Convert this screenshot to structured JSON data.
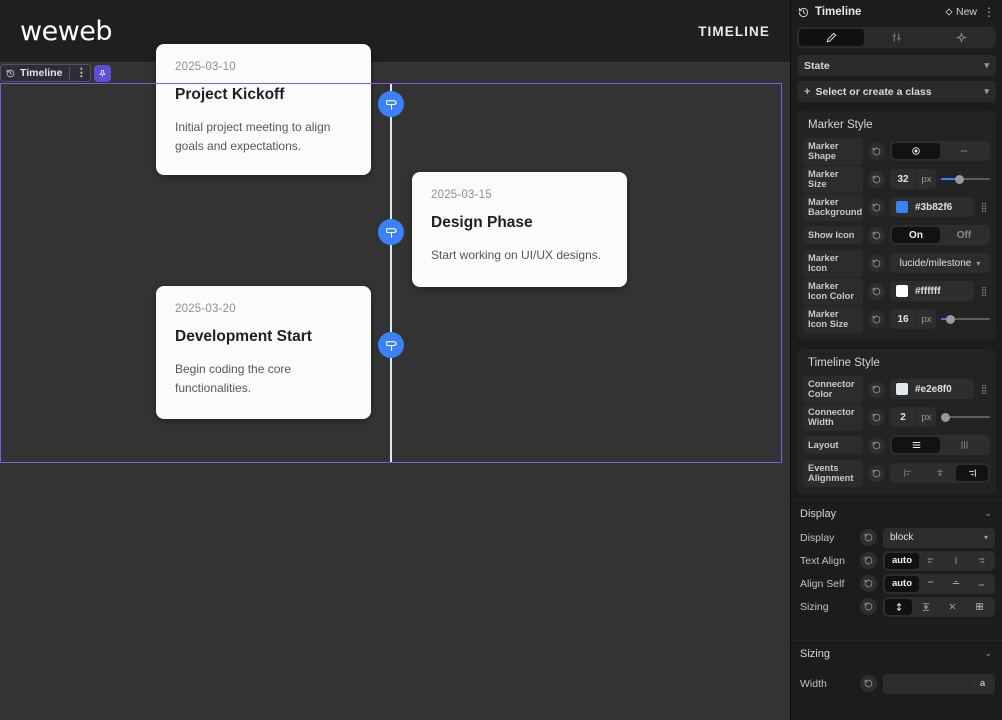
{
  "canvas": {
    "site_header": {
      "logo": "weweb",
      "title": "TIMELINE"
    },
    "selection": {
      "badge_label": "Timeline",
      "history_icon": "history-icon",
      "kebab": "⋮",
      "pin_icon": "pin-icon"
    },
    "timeline": {
      "connector_color": "#e2e8f0",
      "marker_color": "#3b82f6",
      "events": [
        {
          "date": "2025-03-10",
          "title": "Project Kickoff",
          "desc": "Initial project meeting to align goals and expectations.",
          "side": "left"
        },
        {
          "date": "2025-03-15",
          "title": "Design Phase",
          "desc": "Start working on UI/UX designs.",
          "side": "right"
        },
        {
          "date": "2025-03-20",
          "title": "Development Start",
          "desc": "Begin coding the core functionalities.",
          "side": "left"
        }
      ]
    }
  },
  "panel": {
    "header": {
      "title": "Timeline",
      "new_label": "New",
      "kebab_label": "⋮"
    },
    "tabs": [
      {
        "name": "style-tab",
        "icon": "pencil-icon",
        "active": true
      },
      {
        "name": "settings-tab",
        "icon": "sliders-icon",
        "active": false
      },
      {
        "name": "effects-tab",
        "icon": "sparkle-icon",
        "active": false
      }
    ],
    "state_label": "State",
    "class_label": "Select or create a class",
    "marker_style": {
      "title": "Marker Style",
      "rows": {
        "shape": {
          "label": "Marker Shape",
          "options": [
            "circle-icon",
            "line-icon"
          ],
          "selected": 0
        },
        "size": {
          "label": "Marker Size",
          "value": "32",
          "unit": "px",
          "slider_pct": 32
        },
        "background": {
          "label": "Marker Background",
          "hex": "#3b82f6"
        },
        "show_icon": {
          "label": "Show Icon",
          "options": [
            "On",
            "Off"
          ],
          "selected": 0
        },
        "icon": {
          "label": "Marker Icon",
          "value": "lucide/milestone"
        },
        "icon_color": {
          "label": "Marker Icon Color",
          "hex": "#ffffff"
        },
        "icon_size": {
          "label": "Marker Icon Size",
          "value": "16",
          "unit": "px",
          "slider_pct": 10
        }
      }
    },
    "timeline_style": {
      "title": "Timeline Style",
      "rows": {
        "connector_color": {
          "label": "Connector Color",
          "hex": "#e2e8f0"
        },
        "connector_width": {
          "label": "Connector Width",
          "value": "2",
          "unit": "px",
          "slider_pct": 3
        },
        "layout": {
          "label": "Layout",
          "options": [
            "rows-icon",
            "columns-icon"
          ],
          "selected": 0
        },
        "events_alignment": {
          "label": "Events Alignment",
          "options": [
            "align-start-icon",
            "align-center-icon",
            "align-end-icon"
          ],
          "selected": 2
        }
      }
    },
    "display": {
      "title": "Display",
      "rows": {
        "display": {
          "label": "Display",
          "value": "block"
        },
        "text_align": {
          "label": "Text Align",
          "options": [
            "auto",
            "align-left-icon",
            "align-center-icon",
            "align-right-icon"
          ],
          "selected": 0
        },
        "align_self": {
          "label": "Align Self",
          "options": [
            "auto",
            "align-start-icon",
            "align-center-icon",
            "align-end-icon"
          ],
          "selected": 0
        },
        "sizing": {
          "label": "Sizing",
          "options": [
            "arrows-v-icon",
            "arrows-collapse-icon",
            "close-icon",
            "grid-icon"
          ],
          "selected": 0
        }
      }
    },
    "sizing": {
      "title": "Sizing",
      "rows": {
        "width": {
          "label": "Width",
          "value": "",
          "unit": "a"
        }
      }
    }
  }
}
